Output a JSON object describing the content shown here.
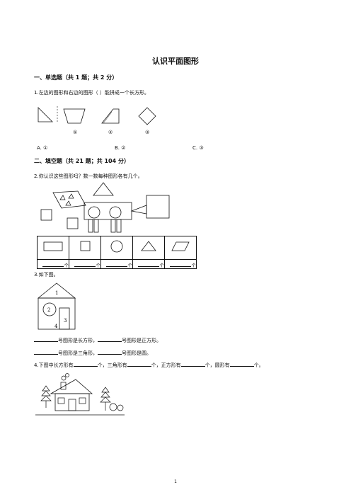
{
  "title": "认识平面图形",
  "section1": {
    "heading": "一、单选题（共 1 题；共 2 分）"
  },
  "q1": {
    "text": "1.左边的图形和右边的图形（     ）能拼成一个长方形。",
    "markers": [
      "①",
      "②",
      "③"
    ],
    "options": [
      {
        "label": "A. ①"
      },
      {
        "label": "B. ②"
      },
      {
        "label": "C. ③"
      }
    ]
  },
  "section2": {
    "heading": "二、填空题（共 21 题；共 104 分）"
  },
  "q2": {
    "text": "2.你认识这些图形吗？数一数每种图形各有几个。",
    "unit": "个",
    "table_icons": [
      "rectangle-icon",
      "square-icon",
      "circle-icon",
      "triangle-icon",
      "parallelogram-icon"
    ]
  },
  "q3": {
    "text": "3.如下图。",
    "figure_labels": [
      "1",
      "2",
      "3",
      "4"
    ],
    "line1_a": "号图形是长方形，",
    "line1_b": "号图形是正方形。",
    "line2_a": "号图形是三角形，",
    "line2_b": "号图形是圆。"
  },
  "q4": {
    "prefix": "4.下图中长方形有",
    "mid1": "个，三角形有",
    "mid2": "个，正方形有",
    "mid3": "个，圆形有",
    "suffix": "个。"
  },
  "page_number": "1"
}
